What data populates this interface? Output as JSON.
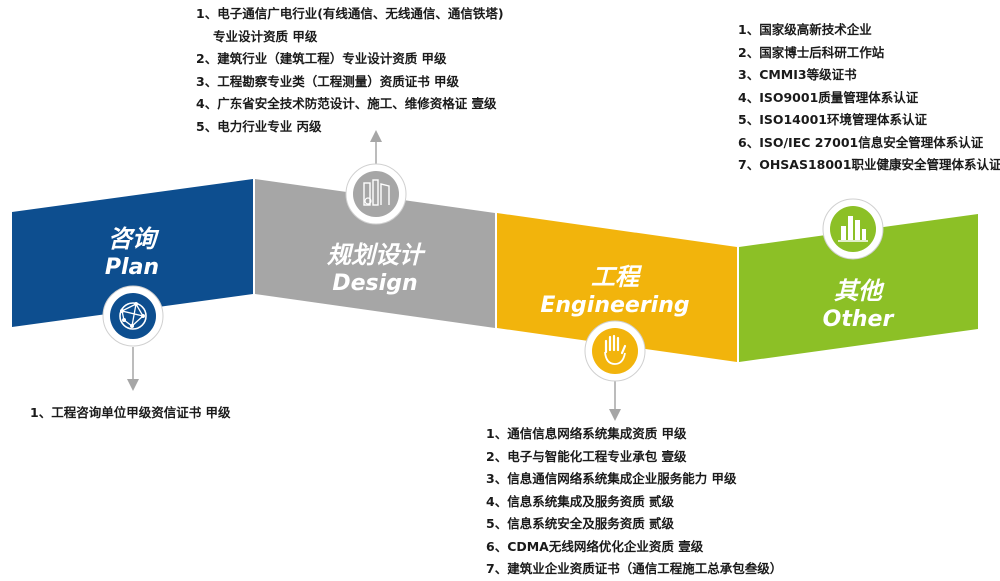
{
  "segments": [
    {
      "cn": "咨询",
      "en": "Plan",
      "color": "#0d4e8f",
      "icon": "network-globe-icon"
    },
    {
      "cn": "规划设计",
      "en": "Design",
      "color": "#a6a6a6",
      "icon": "design-tools-icon"
    },
    {
      "cn": "工程",
      "en": "Engineering",
      "color": "#f2b40c",
      "icon": "glove-hand-icon"
    },
    {
      "cn": "其他",
      "en": "Other",
      "color": "#8cc026",
      "icon": "bar-buildings-icon"
    }
  ],
  "plan_list": [
    "1、工程咨询单位甲级资信证书 甲级"
  ],
  "design_list": [
    {
      "line": "1、电子通信广电行业(有线通信、无线通信、通信铁塔)",
      "sub": "专业设计资质       甲级"
    },
    {
      "line": "2、建筑行业（建筑工程）专业设计资质      甲级"
    },
    {
      "line": "3、工程勘察专业类（工程测量）资质证书  甲级"
    },
    {
      "line": "4、广东省安全技术防范设计、施工、维修资格证 壹级"
    },
    {
      "line": "5、电力行业专业  丙级"
    }
  ],
  "engineering_list": [
    "1、通信信息网络系统集成资质 甲级",
    "2、电子与智能化工程专业承包 壹级",
    "3、信息通信网络系统集成企业服务能力 甲级",
    "4、信息系统集成及服务资质 贰级",
    "5、信息系统安全及服务资质 贰级",
    "6、CDMA无线网络优化企业资质 壹级",
    "7、建筑业企业资质证书（通信工程施工总承包叁级）"
  ],
  "other_list": [
    "1、国家级高新技术企业",
    "2、国家博士后科研工作站",
    "3、CMMI3等级证书",
    "4、ISO9001质量管理体系认证",
    "5、ISO14001环境管理体系认证",
    "6、ISO/IEC 27001信息安全管理体系认证",
    "7、OHSAS18001职业健康安全管理体系认证"
  ]
}
